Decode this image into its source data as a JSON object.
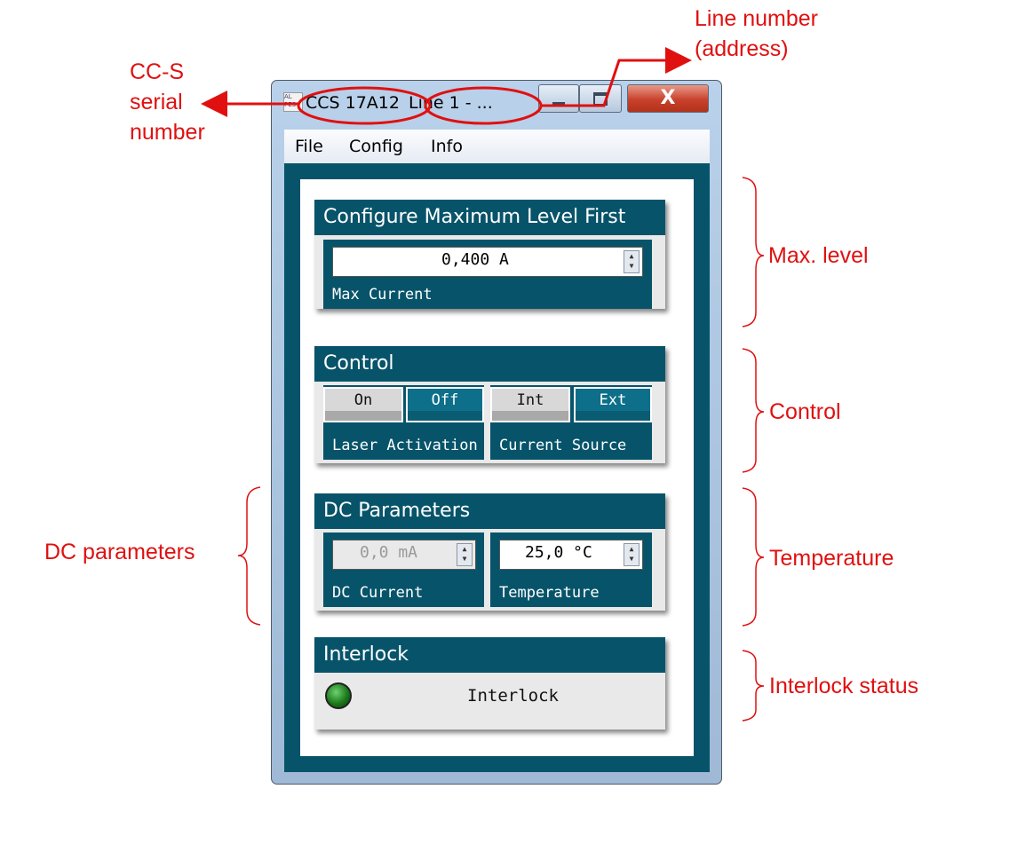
{
  "annotations": {
    "serial_number": [
      "CC-S",
      "serial",
      "number"
    ],
    "line_number": [
      "Line number",
      "(address)"
    ],
    "max_level": "Max. level",
    "control": "Control",
    "temperature": "Temperature",
    "dc_parameters": "DC parameters",
    "interlock_status": "Interlock status",
    "color": "#e01010"
  },
  "window": {
    "title_serial": "CCS 17A12",
    "title_line": "Line 1 - ...",
    "icon_text": "ALPES LASERS",
    "buttons": {
      "close": "X"
    }
  },
  "menu": {
    "items": [
      "File",
      "Config",
      "Info"
    ]
  },
  "max_level_group": {
    "title": "Configure Maximum Level First",
    "value": "0,400 A",
    "label": "Max Current"
  },
  "control_group": {
    "title": "Control",
    "laser_activation": {
      "label": "Laser Activation",
      "on": "On",
      "off": "Off",
      "selected": "Off"
    },
    "current_source": {
      "label": "Current Source",
      "int": "Int",
      "ext": "Ext",
      "selected": "Ext"
    }
  },
  "dc_group": {
    "title": "DC Parameters",
    "dc_current": {
      "value": "0,0 mA",
      "label": "DC Current",
      "enabled": false
    },
    "temperature": {
      "value": "25,0 °C",
      "label": "Temperature"
    }
  },
  "interlock_group": {
    "title": "Interlock",
    "label": "Interlock",
    "led_color": "#1a7a1a"
  },
  "colors": {
    "panel": "#07546a",
    "accent_annotation": "#e01010"
  }
}
